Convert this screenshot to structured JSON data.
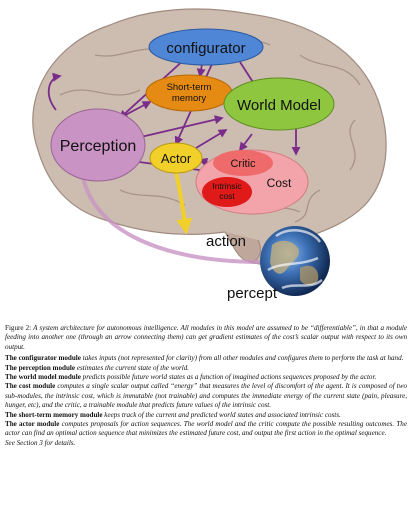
{
  "diagram": {
    "nodes": {
      "configurator": "configurator",
      "short_term_memory": [
        "Short-term",
        "memory"
      ],
      "world_model": "World Model",
      "perception": "Perception",
      "actor": "Actor",
      "critic": "Critic",
      "intrinsic_cost": [
        "Intrinsic",
        "cost"
      ],
      "cost": "Cost"
    },
    "labels": {
      "action": "action",
      "percept": "percept"
    },
    "colors": {
      "configurator": "#4f86d6",
      "short_term_memory": "#e58a12",
      "world_model": "#8ec63f",
      "perception": "#c993c4",
      "actor": "#f2d02a",
      "cost_group": "#f2a4aa",
      "critic": "#ef6b6b",
      "intrinsic_cost": "#e01919",
      "arrow": "#7a2c8a",
      "brain": "#c9b7aa"
    }
  },
  "caption": {
    "fig_label": "Figure 2:",
    "fig_text": "A system architecture for autonomous intelligence. All modules in this model are assumed to be “differentiable”, in that a module feeding into another one (through an arrow connecting them) can get gradient estimates of the cost’s scalar output with respect to its own output.",
    "configurator_head": "The configurator module",
    "configurator_text": "takes inputs (not represented for clarity) from all other modules and configures them to perform the task at hand.",
    "perception_head": "The perception module",
    "perception_text": "estimates the current state of the world.",
    "world_head": "The world model module",
    "world_text": "predicts possible future world states as a function of imagined actions sequences proposed by the actor.",
    "cost_head": "The cost module",
    "cost_text": "computes a single scalar output called “energy” that measures the level of discomfort of the agent. It is composed of two sub-modules, the intrinsic cost, which is immutable (not trainable) and computes the immediate energy of the current state (pain, pleasure, hunger, etc), and the critic, a trainable module that predicts future values of the intrinsic cost.",
    "memory_head": "The short-term memory module",
    "memory_text": "keeps track of the current and predicted world states and associated intrinsic costs.",
    "actor_head": "The actor module",
    "actor_text": "computes proposals for action sequences. The world model and the critic compute the possible resulting outcomes. The actor can find an optimal action sequence that minimizes the estimated future cost, and output the first action in the optimal sequence.",
    "see_section": "See Section 3 for details."
  }
}
